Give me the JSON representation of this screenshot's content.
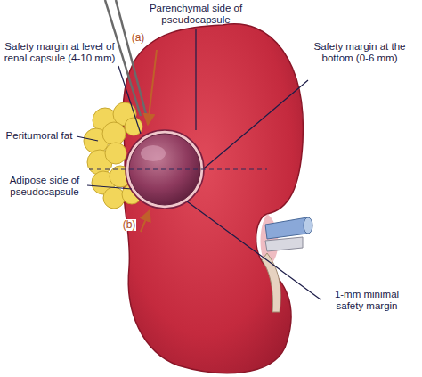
{
  "diagram": {
    "labels": [
      "Parenchymal side of pseudocapsule",
      "(a)",
      "Safety margin at level of renal capsule (4-10 mm)",
      "Safety margin at the bottom (0-6 mm)",
      "Peritumoral fat",
      "Adipose side of pseudocapsule",
      "(b)",
      "1-mm minimal safety margin"
    ]
  }
}
